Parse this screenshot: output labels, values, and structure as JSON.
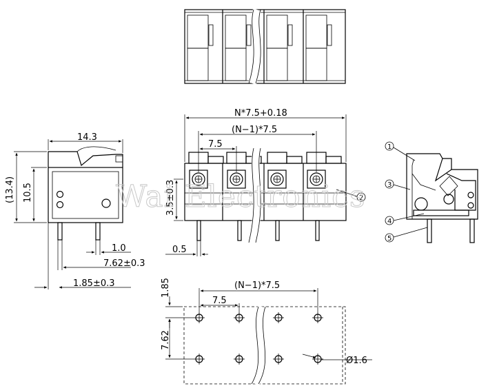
{
  "watermark": "Wai Electronics",
  "side_view": {
    "width_label": "14.3",
    "total_height_label": "(13.4)",
    "body_height_label": "10.5",
    "pin_width_label": "1.0",
    "pin_offset_label": "7.62±0.3",
    "pin_edge_label": "1.85±0.3"
  },
  "front_view": {
    "overall_label": "N*7.5+0.18",
    "span_label": "(N−1)*7.5",
    "pitch_label": "7.5",
    "height_label": "3.5±0.3",
    "pin_label": "0.5"
  },
  "footprint": {
    "span_label": "(N−1)*7.5",
    "pitch_label": "7.5",
    "top_offset_label": "1.85",
    "row_pitch_label": "7.62",
    "hole_label": "Ø1.6"
  },
  "callouts": [
    "1",
    "2",
    "3",
    "4",
    "5"
  ]
}
